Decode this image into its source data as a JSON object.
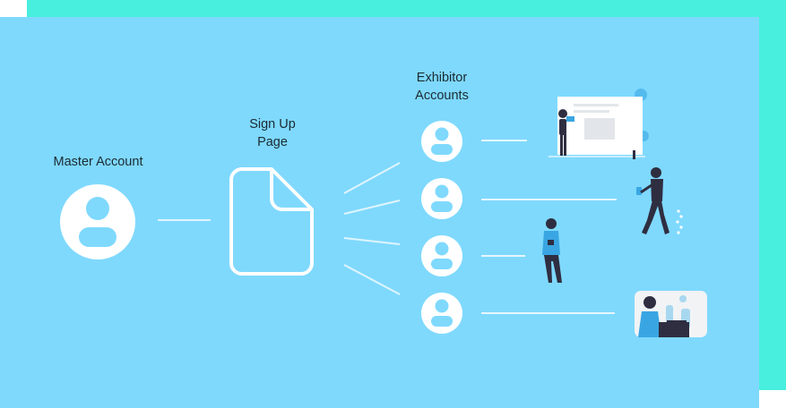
{
  "labels": {
    "master": "Master  Account",
    "signup_line1": "Sign Up",
    "signup_line2": "Page",
    "exhibitor_line1": "Exhibitor",
    "exhibitor_line2": "Accounts"
  },
  "colors": {
    "background_blue": "#7fd9fd",
    "background_teal": "#48efdf",
    "foreground_white": "#ffffff",
    "text": "#1b2b33",
    "accent_blue": "#39a6e3",
    "figure_dark": "#2f2e41"
  },
  "icons": {
    "master": "user-icon",
    "signup": "document-icon",
    "exhibitors": [
      "user-icon",
      "user-icon",
      "user-icon",
      "user-icon"
    ]
  }
}
